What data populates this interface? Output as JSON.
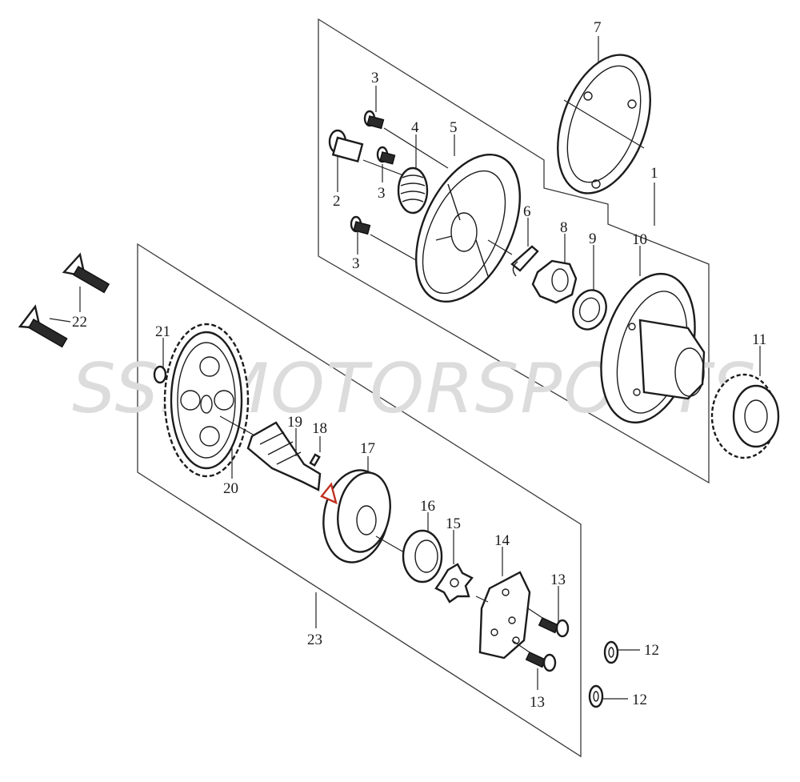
{
  "watermark": "SSRMOTORSPORTS",
  "callouts": {
    "c1": "1",
    "c2": "2",
    "c3a": "3",
    "c3b": "3",
    "c3c": "3",
    "c4": "4",
    "c5": "5",
    "c6": "6",
    "c7": "7",
    "c8": "8",
    "c9": "9",
    "c10": "10",
    "c11": "11",
    "c12a": "12",
    "c12b": "12",
    "c13a": "13",
    "c13b": "13",
    "c14": "14",
    "c15": "15",
    "c16": "16",
    "c17": "17",
    "c18": "18",
    "c19": "19",
    "c20": "20",
    "c21": "21",
    "c22": "22",
    "c23": "23"
  },
  "colors": {
    "ink": "#1c1c1c",
    "watermark": "#dcdcdc",
    "highlight": "#c03020"
  }
}
